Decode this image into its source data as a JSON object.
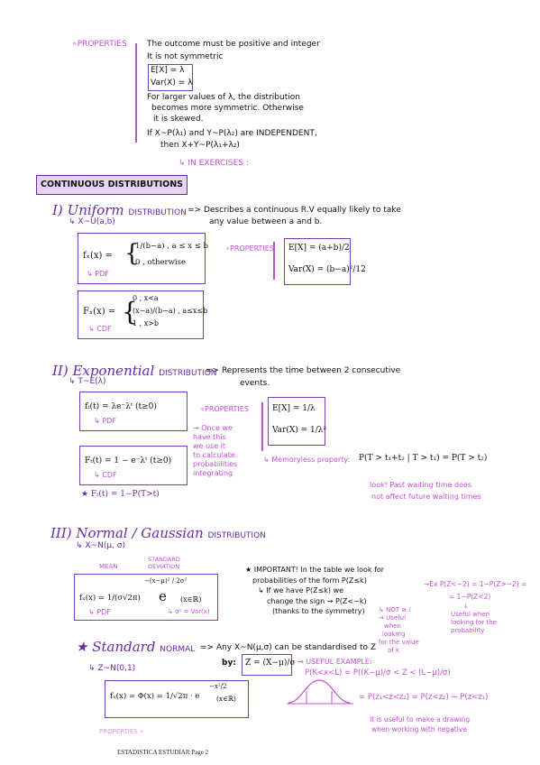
{
  "properties_top": {
    "label": "∘PROPERTIES",
    "lines": [
      "The outcome must be positive and integer",
      "It is not symmetric",
      "E[X] = λ",
      "Var(X) = λ",
      "For larger values of λ, the distribution",
      "becomes more symmetric. Otherwise",
      "it is skewed.",
      "If X~P(λ₁) and Y~P(λ₂) are INDEPENDENT,",
      "then X+Y~P(λ₁+λ₂)"
    ],
    "exercises": "↳ IN EXERCISES :"
  },
  "section_title": "CONTINUOUS DISTRIBUTIONS",
  "uniform": {
    "heading_num": "I)",
    "heading": "Uniform",
    "heading_suffix": "DISTRIBUTION",
    "notation": "↳ X~U(a,b)",
    "description_1": "=> Describes a continuous R.V equally likely to take",
    "description_2": "any value between a and b.",
    "pdf_lhs": "fₓ(x) =",
    "pdf_case1": "1/(b−a) , a ≤ x ≤ b",
    "pdf_case2": "0 , otherwise",
    "pdf_label": "↳ PDF",
    "cdf_lhs": "Fₓ(x) =",
    "cdf_case1": "0 , x<a",
    "cdf_case2": "(x−a)/(b−a) , a≤x≤b",
    "cdf_case3": "1 , x>b",
    "cdf_label": "↳ CDF",
    "properties_label": "∘PROPERTIES",
    "expectation": "E[X] = (a+b)/2",
    "variance": "Var(X) = (b−a)²/12"
  },
  "exponential": {
    "heading_num": "II)",
    "heading": "Exponential",
    "heading_suffix": "DISTRIBUTION",
    "notation": "↳ T~E(λ)",
    "description_1": "=> Represents the time between 2 consecutive",
    "description_2": "events.",
    "pdf": "fₜ(t) = λe⁻λᵗ (t≥0)",
    "pdf_label": "↳ PDF",
    "cdf": "Fₜ(t) = 1 − e⁻λᵗ (t≥0)",
    "cdf_label": "↳ CDF",
    "survival": "★ Fₜ(t) = 1−P(T>t)",
    "note_lines": [
      "→ Once we",
      "have this",
      "we use it",
      "to calculate",
      "probabilities",
      "integrating"
    ],
    "properties_label": "∘PROPERTIES",
    "expectation": "E[X] = 1/λ",
    "variance": "Var(X) = 1/λ²",
    "memoryless_label": "↳ Memoryless property:",
    "memoryless": "P(T > t₁+t₂ | T > t₁) = P(T > t₂)",
    "memoryless_note_1": "look! Past waiting time does",
    "memoryless_note_2": "not affect future waiting times"
  },
  "normal": {
    "heading_num": "III)",
    "heading": "Normal / Gaussian",
    "heading_suffix": "DISTRIBUTION",
    "notation": "↳ X~N(μ, σ)",
    "mean_label": "MEAN",
    "sd_label": "STANDARD DEVIATION",
    "pdf_lhs": "fₓ(x) = 1/(σ√2π)",
    "pdf_exp": "e",
    "pdf_power": "−(x−μ)² / 2σ²",
    "pdf_domain": "(x∈ℝ)",
    "pdf_label": "↳ PDF",
    "var_label": "↳ σ² = Var(x)",
    "important_lines": [
      "★ IMPORTANT! In the table we look for",
      "probabilities of the form P(Z≤k)",
      "↳ If we have P(Z≤k) we",
      "change the sign → P(Z<−k)",
      "(thanks to the symmetry)"
    ],
    "ex_line_1": "→Ex P(Z<−2) = 1−P(Z>−2) =",
    "ex_line_2": "= 1−P(Z<2)",
    "notes": [
      "↳ NOT ≥ !",
      "→ Useful",
      "when",
      "looking",
      "for the value",
      "of k"
    ],
    "notes_right": [
      "↓",
      "Useful when",
      "looking for the",
      "probability"
    ]
  },
  "standard": {
    "heading_star": "★",
    "heading": "Standard",
    "heading_suffix": "NORMAL",
    "description": "=> Any X~N(μ,σ) can be standardised to Z",
    "by": "by:",
    "z_formula": "Z = (X−μ)/σ",
    "notation": "↳ Z~N(0,1)",
    "useful_example": "→ USEFUL EXAMPLE:",
    "example_1": "P(K<x<L) = P((K−μ)/σ < Z < (L−μ)/σ)",
    "example_2": "= P(z₁<z<z₂) = P(z<z₂) − P(z<z₁)",
    "pdf": "fₓ(x) = Φ(x) = 1/√2π · e",
    "pdf_power": "−x²/2",
    "pdf_domain": "(x∈ℝ)",
    "note_1": "It is useful to make a drawing",
    "note_2": "when working with negative",
    "next_label": "PROPERTIES ∘"
  },
  "footer": "ESTADISTICA ESTUDIAR Page 2"
}
